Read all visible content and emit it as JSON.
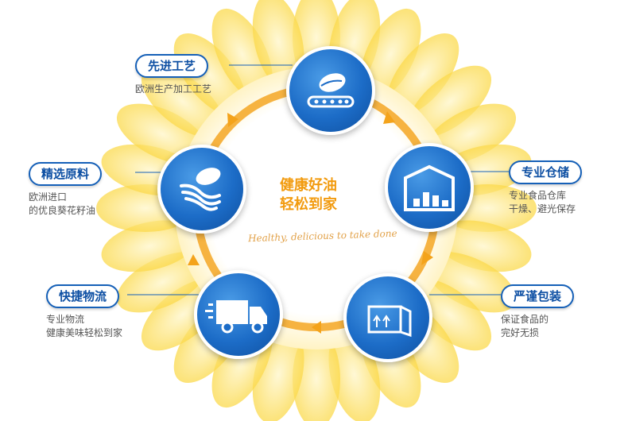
{
  "center": {
    "line1": "健康好油",
    "line2": "轻松到家",
    "slogan": "Healthy, delicious to take done"
  },
  "nodes": [
    {
      "title": "先进工艺",
      "desc": [
        "欧洲生产加工工艺"
      ],
      "icon": "conveyor-seed-icon"
    },
    {
      "title": "专业仓储",
      "desc": [
        "专业食品仓库",
        "干燥、避光保存"
      ],
      "icon": "warehouse-icon"
    },
    {
      "title": "严谨包装",
      "desc": [
        "保证食品的",
        "完好无损"
      ],
      "icon": "package-box-icon"
    },
    {
      "title": "快捷物流",
      "desc": [
        "专业物流",
        "健康美味轻松到家"
      ],
      "icon": "delivery-truck-icon"
    },
    {
      "title": "精选原料",
      "desc": [
        "欧洲进口",
        "的优良葵花籽油"
      ],
      "icon": "hand-seed-icon"
    }
  ],
  "colors": {
    "accent_blue": "#1560b8",
    "ring_orange": "#f5a623",
    "petal_yellow": "#fbe17a",
    "center_text": "#f29b0f"
  }
}
